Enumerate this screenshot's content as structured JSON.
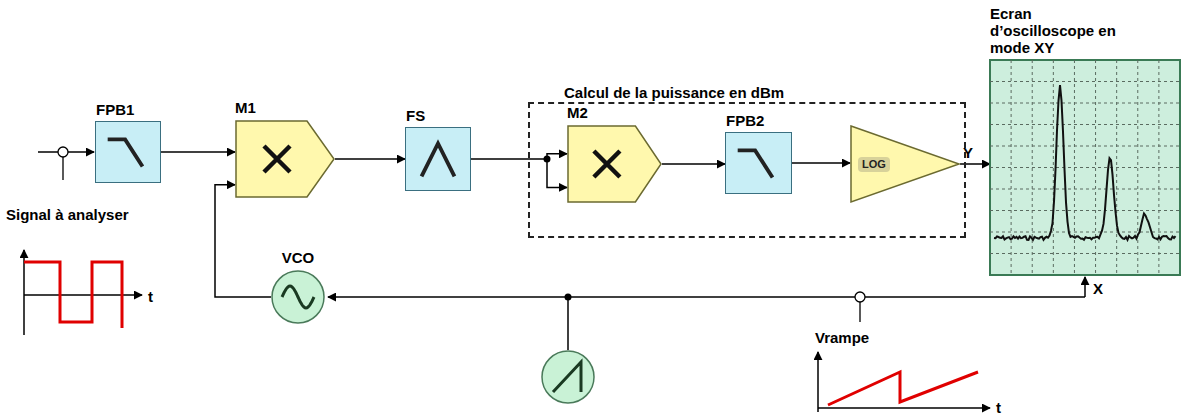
{
  "diagram": {
    "nodes": [
      {
        "text": [
          "FPB1"
        ]
      },
      {
        "text": [
          "M1"
        ]
      },
      {
        "text": [
          "FS"
        ]
      },
      {
        "text": [
          "Calcul de la puissance en dBm"
        ]
      },
      {
        "text": [
          "M2"
        ],
        "in": 3
      },
      {
        "text": [
          "FPB2"
        ],
        "in": 3
      },
      {
        "text": [
          "LOG"
        ],
        "in": 3
      },
      {
        "text": [
          "Ecran d’oscilloscope en mode XY"
        ]
      },
      {
        "text": [
          "VCO"
        ]
      }
    ],
    "edges": [
      {
        "from": 0,
        "to": 1,
        "arrow": "to"
      },
      {
        "from": 1,
        "to": 2,
        "arrow": "to"
      },
      {
        "from": 2,
        "to": 4,
        "arrow": "to"
      },
      {
        "from": 4,
        "to": 5,
        "arrow": "to"
      },
      {
        "from": 5,
        "to": 6,
        "arrow": "to"
      },
      {
        "from": 6,
        "to": 7,
        "label": "Y",
        "arrow": "to"
      },
      {
        "from": 8,
        "to": 1,
        "arrow": "to"
      }
    ],
    "labels": [
      "Signal à analyser",
      "t",
      "Vrampe",
      "t",
      "X"
    ]
  }
}
